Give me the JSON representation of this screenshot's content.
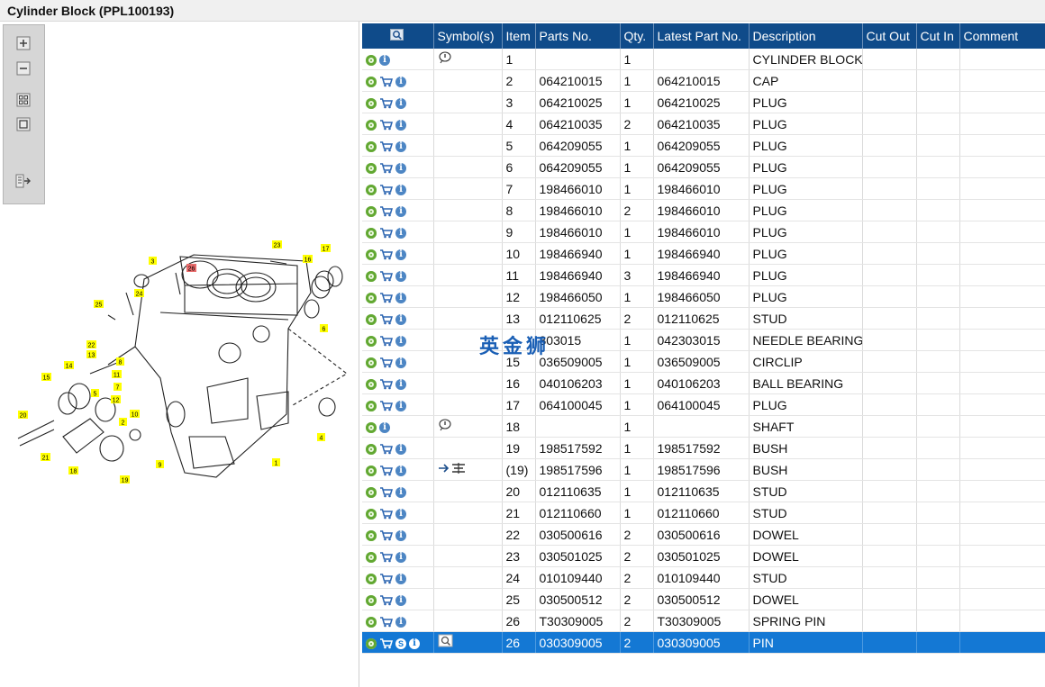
{
  "window": {
    "title": "Cylinder Block (PPL100193)"
  },
  "toolbar": {
    "zoom_in": "+",
    "zoom_out": "−"
  },
  "watermark": "英金狮",
  "table": {
    "headers": [
      "Symbol(s)",
      "Item",
      "Parts No.",
      "Qty.",
      "Latest Part No.",
      "Description",
      "Cut Out",
      "Cut In",
      "Comment"
    ],
    "rows": [
      {
        "item": "1",
        "part": "",
        "qty": "1",
        "latest": "",
        "desc": "CYLINDER BLOCK",
        "cart": false,
        "symbol": "info-note"
      },
      {
        "item": "2",
        "part": "064210015",
        "qty": "1",
        "latest": "064210015",
        "desc": "CAP",
        "cart": true,
        "symbol": ""
      },
      {
        "item": "3",
        "part": "064210025",
        "qty": "1",
        "latest": "064210025",
        "desc": "PLUG",
        "cart": true,
        "symbol": ""
      },
      {
        "item": "4",
        "part": "064210035",
        "qty": "2",
        "latest": "064210035",
        "desc": "PLUG",
        "cart": true,
        "symbol": ""
      },
      {
        "item": "5",
        "part": "064209055",
        "qty": "1",
        "latest": "064209055",
        "desc": "PLUG",
        "cart": true,
        "symbol": ""
      },
      {
        "item": "6",
        "part": "064209055",
        "qty": "1",
        "latest": "064209055",
        "desc": "PLUG",
        "cart": true,
        "symbol": ""
      },
      {
        "item": "7",
        "part": "198466010",
        "qty": "1",
        "latest": "198466010",
        "desc": "PLUG",
        "cart": true,
        "symbol": ""
      },
      {
        "item": "8",
        "part": "198466010",
        "qty": "2",
        "latest": "198466010",
        "desc": "PLUG",
        "cart": true,
        "symbol": ""
      },
      {
        "item": "9",
        "part": "198466010",
        "qty": "1",
        "latest": "198466010",
        "desc": "PLUG",
        "cart": true,
        "symbol": ""
      },
      {
        "item": "10",
        "part": "198466940",
        "qty": "1",
        "latest": "198466940",
        "desc": "PLUG",
        "cart": true,
        "symbol": ""
      },
      {
        "item": "11",
        "part": "198466940",
        "qty": "3",
        "latest": "198466940",
        "desc": "PLUG",
        "cart": true,
        "symbol": ""
      },
      {
        "item": "12",
        "part": "198466050",
        "qty": "1",
        "latest": "198466050",
        "desc": "PLUG",
        "cart": true,
        "symbol": ""
      },
      {
        "item": "13",
        "part": "012110625",
        "qty": "2",
        "latest": "012110625",
        "desc": "STUD",
        "cart": true,
        "symbol": ""
      },
      {
        "item": "",
        "part": "303015",
        "qty": "1",
        "latest": "042303015",
        "desc": "NEEDLE BEARING",
        "cart": true,
        "symbol": ""
      },
      {
        "item": "15",
        "part": "036509005",
        "qty": "1",
        "latest": "036509005",
        "desc": "CIRCLIP",
        "cart": true,
        "symbol": ""
      },
      {
        "item": "16",
        "part": "040106203",
        "qty": "1",
        "latest": "040106203",
        "desc": "BALL BEARING",
        "cart": true,
        "symbol": ""
      },
      {
        "item": "17",
        "part": "064100045",
        "qty": "1",
        "latest": "064100045",
        "desc": "PLUG",
        "cart": true,
        "symbol": ""
      },
      {
        "item": "18",
        "part": "",
        "qty": "1",
        "latest": "",
        "desc": "SHAFT",
        "cart": false,
        "symbol": "info-note"
      },
      {
        "item": "19",
        "part": "198517592",
        "qty": "1",
        "latest": "198517592",
        "desc": "BUSH",
        "cart": true,
        "symbol": ""
      },
      {
        "item": "(19)",
        "part": "198517596",
        "qty": "1",
        "latest": "198517596",
        "desc": "BUSH",
        "cart": true,
        "symbol": "interchange"
      },
      {
        "item": "20",
        "part": "012110635",
        "qty": "1",
        "latest": "012110635",
        "desc": "STUD",
        "cart": true,
        "symbol": ""
      },
      {
        "item": "21",
        "part": "012110660",
        "qty": "1",
        "latest": "012110660",
        "desc": "STUD",
        "cart": true,
        "symbol": ""
      },
      {
        "item": "22",
        "part": "030500616",
        "qty": "2",
        "latest": "030500616",
        "desc": "DOWEL",
        "cart": true,
        "symbol": ""
      },
      {
        "item": "23",
        "part": "030501025",
        "qty": "2",
        "latest": "030501025",
        "desc": "DOWEL",
        "cart": true,
        "symbol": ""
      },
      {
        "item": "24",
        "part": "010109440",
        "qty": "2",
        "latest": "010109440",
        "desc": "STUD",
        "cart": true,
        "symbol": ""
      },
      {
        "item": "25",
        "part": "030500512",
        "qty": "2",
        "latest": "030500512",
        "desc": "DOWEL",
        "cart": true,
        "symbol": ""
      },
      {
        "item": "26",
        "part": "T30309005",
        "qty": "2",
        "latest": "T30309005",
        "desc": "SPRING PIN",
        "cart": true,
        "symbol": ""
      },
      {
        "item": "26",
        "part": "030309005",
        "qty": "2",
        "latest": "030309005",
        "desc": "PIN",
        "cart": true,
        "symbol": "magnify-part",
        "selected": true,
        "scirc": "S"
      }
    ]
  },
  "diagram": {
    "callouts": [
      "1",
      "2",
      "3",
      "4",
      "5",
      "6",
      "7",
      "8",
      "9",
      "10",
      "11",
      "12",
      "13",
      "14",
      "15",
      "16",
      "17",
      "18",
      "19",
      "20",
      "21",
      "22",
      "23",
      "24",
      "25",
      "26"
    ]
  },
  "colors": {
    "header_bg": "#0f4b8a",
    "selection": "#1478d4",
    "callout": "#ffff00",
    "callout_highlight": "#e86b6b"
  }
}
